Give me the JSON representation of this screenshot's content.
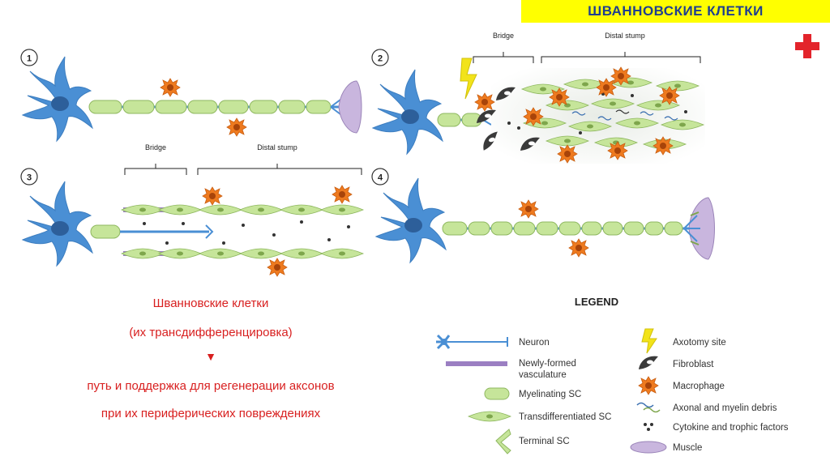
{
  "header": {
    "title": "ШВАННОВСКИЕ КЛЕТКИ"
  },
  "panels": {
    "p1": {
      "number": "1"
    },
    "p2": {
      "number": "2",
      "bridge": "Bridge",
      "distal": "Distal stump"
    },
    "p3": {
      "number": "3",
      "bridge": "Bridge",
      "distal": "Distal stump"
    },
    "p4": {
      "number": "4"
    }
  },
  "caption": {
    "line1": "Шванновские клетки",
    "line2": "(их трансдифференцировка)",
    "arrow": "▼",
    "line3": "путь и поддержка для регенерации аксонов",
    "line4": "при их периферических повреждениях"
  },
  "legend": {
    "title": "LEGEND",
    "left": [
      "Neuron",
      "Newly-formed",
      "vasculature",
      "Myelinating SC",
      "Transdifferentiated SC",
      "Terminal SC"
    ],
    "right": [
      "Axotomy site",
      "Fibroblast",
      "Macrophage",
      "Axonal and myelin debris",
      "Cytokine and trophic factors",
      "Muscle"
    ]
  },
  "colors": {
    "header_bg": "#ffff00",
    "header_text": "#1f3f8f",
    "caption_text": "#d81f1f",
    "neuron": "#4a8fd4",
    "schwann": "#c6e59a",
    "macrophage": "#ee7a1f",
    "vasculature": "#9b7fc2",
    "muscle": "#c9b6de"
  }
}
